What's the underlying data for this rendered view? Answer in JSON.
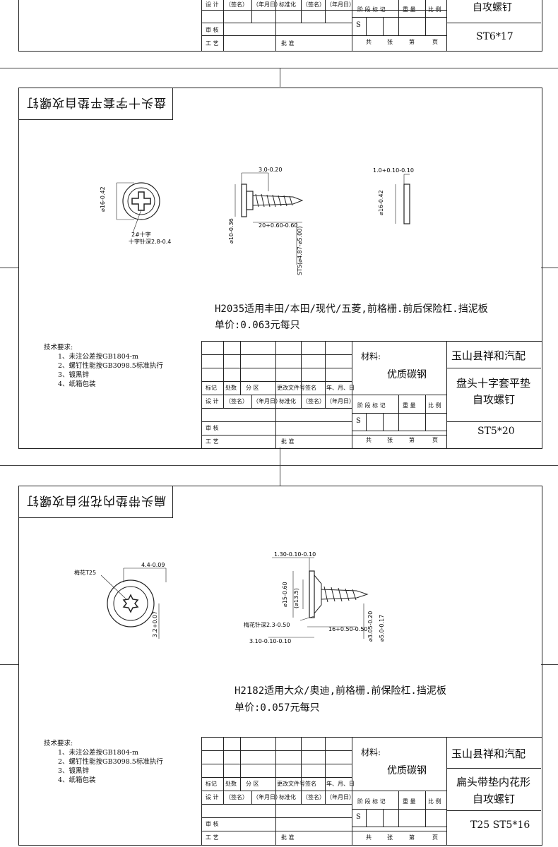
{
  "top_block": {
    "headers": [
      "设 计",
      "（签名）",
      "（年月日）",
      "标准化",
      "（签名）",
      "（年月日）"
    ],
    "review": "审 核",
    "process": "工 艺",
    "approve": "批 准",
    "stage_headers": [
      "阶 段 标 记",
      "重 量",
      "比 例"
    ],
    "stage_mark": "S",
    "sheet_footer": [
      "共",
      "张",
      "第",
      "页"
    ],
    "name_line": "自攻螺钉",
    "code": "ST6*17"
  },
  "sheet2": {
    "title": "盘头十字套平垫自攻螺钉",
    "dims": {
      "head_dia": "⌀16-0.42",
      "cross_label": "2#十字",
      "cross_depth": "十字针深2.8-0.4",
      "head_len": "3.0-0.20",
      "washer_dia": "⌀10-0.36",
      "length": "20+0.60-0.60",
      "thread": "ST5(⌀4.87-⌀5.00)",
      "washer_thick": "1.0+0.10-0.10",
      "washer_dia2": "⌀16-0.42"
    },
    "note_line1": "H2035适用丰田/本田/现代/五菱,前格栅.前后保险杠.挡泥板",
    "note_line2": "单价:0.063元每只",
    "tech_title": "技术要求:",
    "tech_items": [
      "1、未注公差按GB1804-m",
      "2、螺钉性能按GB3098.5标准执行",
      "3、镀黑锌",
      "4、纸箱包装"
    ],
    "material_label": "材料:",
    "material": "优质碳钢",
    "company": "玉山县祥和汽配",
    "part_name_1": "盘头十字套平垫",
    "part_name_2": "自攻螺钉",
    "code": "ST5*20",
    "rev_headers": [
      "标记",
      "处数",
      "分 区",
      "更改文件号",
      "签名",
      "年、月、日"
    ],
    "design_row": [
      "设 计",
      "（签名）",
      "（年月日）",
      "标准化",
      "（签名）",
      "（年月日）"
    ],
    "stage_headers": [
      "阶 段 标 记",
      "重 量",
      "比 例"
    ],
    "stage_mark": "S",
    "review": "审 核",
    "process": "工 艺",
    "approve": "批 准",
    "sheet_footer": [
      "共",
      "张",
      "第",
      "页"
    ]
  },
  "sheet3": {
    "title": "扁头带垫内花形自攻螺钉",
    "dims": {
      "torx_label": "梅花T25",
      "head_thick": "4.4-0.09",
      "washer_thick": "3.2+0.07",
      "top": "1.30-0.10-0.10",
      "head_dia": "⌀15-0.60",
      "inner_dia": "(⌀13.5)",
      "torx_depth": "梅花针深2.3-0.50",
      "length": "16+0.50-0.50",
      "bottom": "3.10-0.10-0.10",
      "thread_small": "⌀3.05-0.20",
      "thread_big": "⌀5.0-0.17"
    },
    "note_line1": "H2182适用大众/奥迪,前格栅.前保险杠.挡泥板",
    "note_line2": "单价:0.057元每只",
    "tech_title": "技术要求:",
    "tech_items": [
      "1、未注公差按GB1804-m",
      "2、螺钉性能按GB3098.5标准执行",
      "3、镀黑锌",
      "4、纸箱包装"
    ],
    "material_label": "材料:",
    "material": "优质碳钢",
    "company": "玉山县祥和汽配",
    "part_name_1": "扁头带垫内花形",
    "part_name_2": "自攻螺钉",
    "code": "T25 ST5*16",
    "rev_headers": [
      "标记",
      "处数",
      "分 区",
      "更改文件号",
      "签名",
      "年、月、日"
    ],
    "design_row": [
      "设 计",
      "（签名）",
      "（年月日）",
      "标准化",
      "（签名）",
      "（年月日）"
    ],
    "stage_headers": [
      "阶 段 标 记",
      "重 量",
      "比 例"
    ],
    "stage_mark": "S",
    "review": "审 核",
    "process": "工 艺",
    "approve": "批 准",
    "sheet_footer": [
      "共",
      "张",
      "第",
      "页"
    ]
  }
}
